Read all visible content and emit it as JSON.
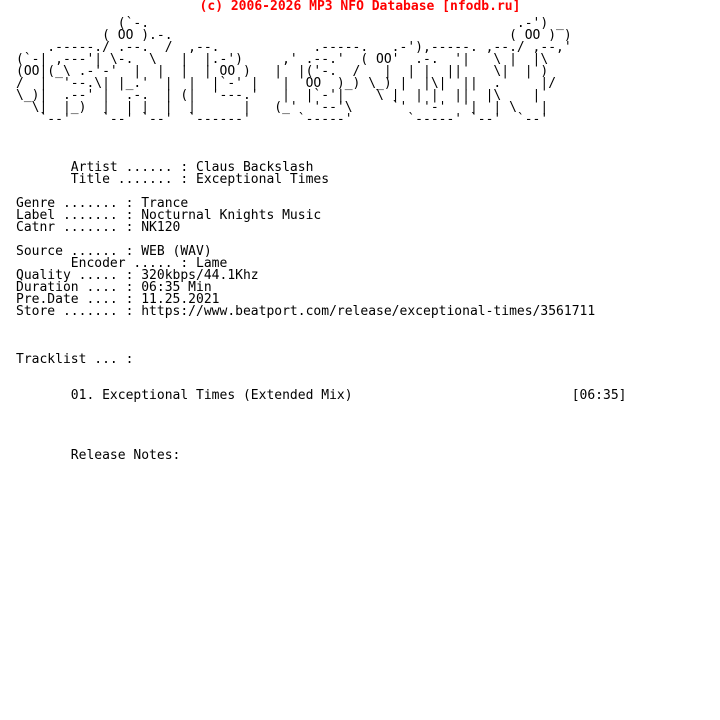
{
  "header": {
    "text": "(c) 2006-2026 MP3 NFO Database [nfodb.ru]",
    "color": "#ff0000"
  },
  "nfo_lines": [
    "             (`-.                                               .-') _",
    "           ( OO ).-.                                           ( OO ) )",
    "    .-----./ .--.  /  ,--.            .-----.   .-'),-----. ,--./ ,--,'",
    "(`-| ,---'| \\-.  \\   |  |.-')     ,' .--.'  ( OO'  .-.  '|   \\ |  |\\",
    "(OO|(_\\ .-'-'  |  |  |  | OO )   |  |('-.  /   |  | |  ||    \\|  | )",
    "/  |  '--.\\| |_.'  |  |  |`-' |   |  OO  )_) \\_) |  |\\|  ||  .     |/",
    "\\_)|  .--' |  .-.  | (|  '---.'   |  |`-'|    \\ |  | |  ||  |\\    |",
    "  \\|  |_)  |  | |  |  |      |   (_'  '--'\\     `'  '-'  '|  | \\   |",
    "   `--'    `--' `--'  `------'      `-----'       `-----' `--'  `--'",
    "",
    "",
    "",
    "       Artist ...... : Claus Backslash",
    "       Title ....... : Exceptional Times",
    "",
    "Genre ....... : Trance",
    "Label ....... : Nocturnal Knights Music",
    "Catnr ....... : NK120",
    "",
    "Source ...... : WEB (WAV)",
    "       Encoder ..... : Lame",
    "Quality ..... : 320kbps/44.1Khz",
    "Duration .... : 06:35 Min",
    "Pre.Date .... : 11.25.2021",
    "Store ....... : https://www.beatport.com/release/exceptional-times/3561711",
    "",
    "",
    "",
    "Tracklist ... :",
    "",
    "",
    "       01. Exceptional Times (Extended Mix)                            [06:35]",
    "",
    "",
    "",
    "",
    "       Release Notes:"
  ]
}
